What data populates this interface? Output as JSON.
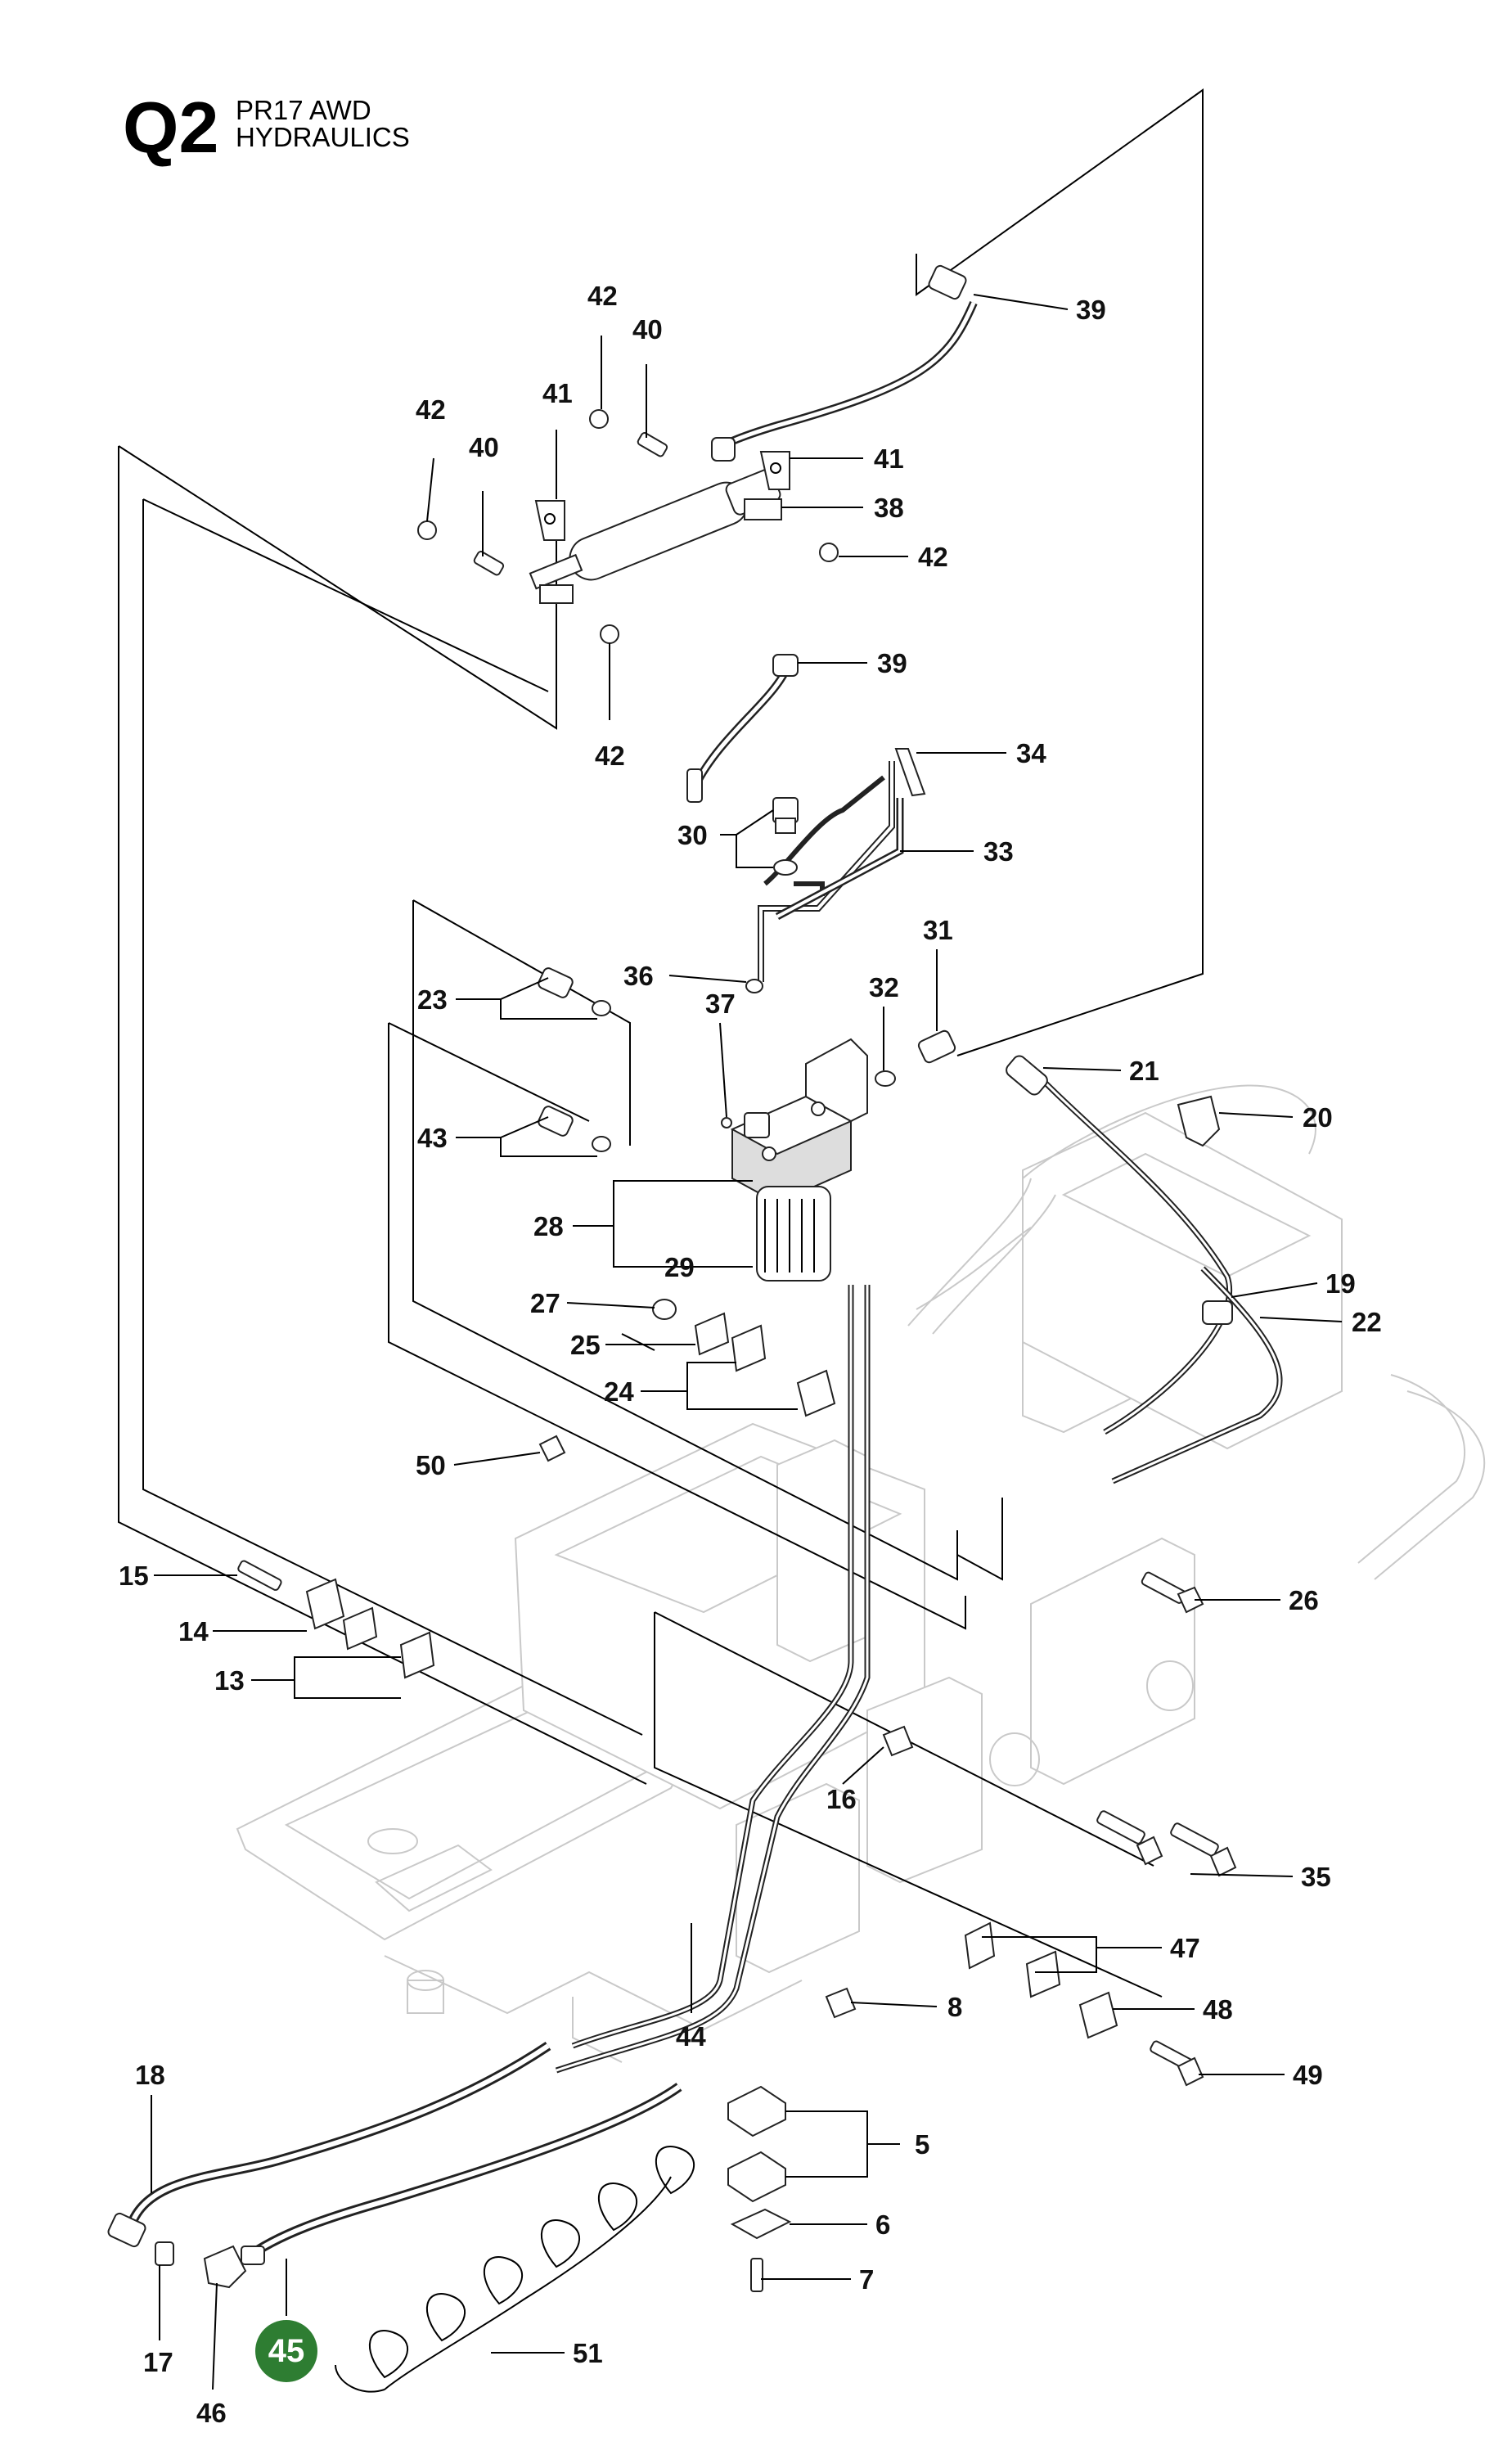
{
  "header": {
    "section_code": "Q2",
    "model": "PR17 AWD",
    "group": "HYDRAULICS"
  },
  "highlight": {
    "label": "45",
    "color": "#2e7d32"
  },
  "callouts": [
    "42",
    "40",
    "41",
    "42",
    "40",
    "41",
    "38",
    "42",
    "42",
    "39",
    "39",
    "34",
    "30",
    "33",
    "36",
    "32",
    "31",
    "37",
    "23",
    "43",
    "21",
    "20",
    "28",
    "29",
    "19",
    "22",
    "27",
    "25",
    "24",
    "50",
    "26",
    "15",
    "14",
    "13",
    "16",
    "35",
    "47",
    "8",
    "48",
    "44",
    "49",
    "18",
    "5",
    "6",
    "7",
    "17",
    "46",
    "51"
  ]
}
